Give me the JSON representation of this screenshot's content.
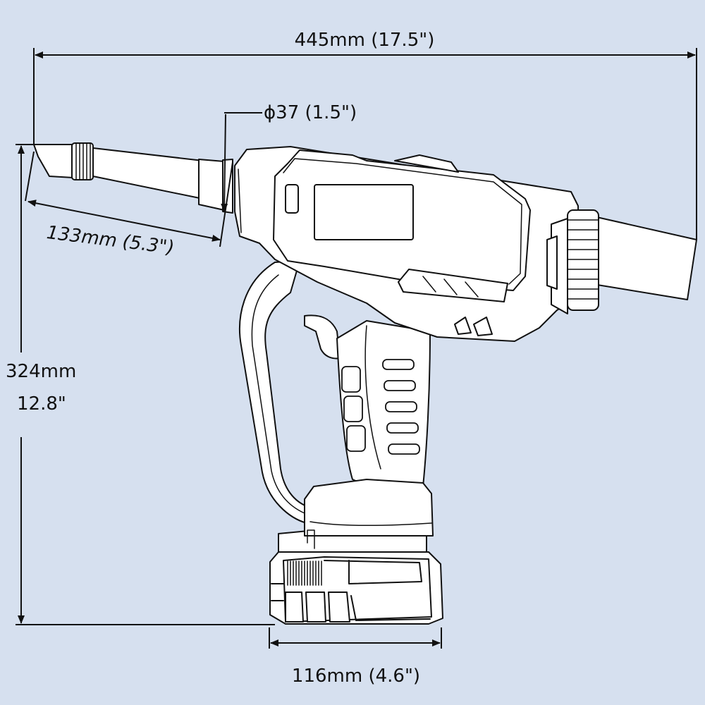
{
  "colors": {
    "background": "#d6e0ef",
    "tool_fill": "#ffffff",
    "outline": "#111111"
  },
  "dimensions": {
    "overall_length": "445mm (17.5\")",
    "nose_diameter": "ϕ37 (1.5\")",
    "nose_length": "133mm (5.3\")",
    "height_metric": "324mm",
    "height_imperial": "12.8\"",
    "battery_width": "116mm (4.6\")"
  }
}
